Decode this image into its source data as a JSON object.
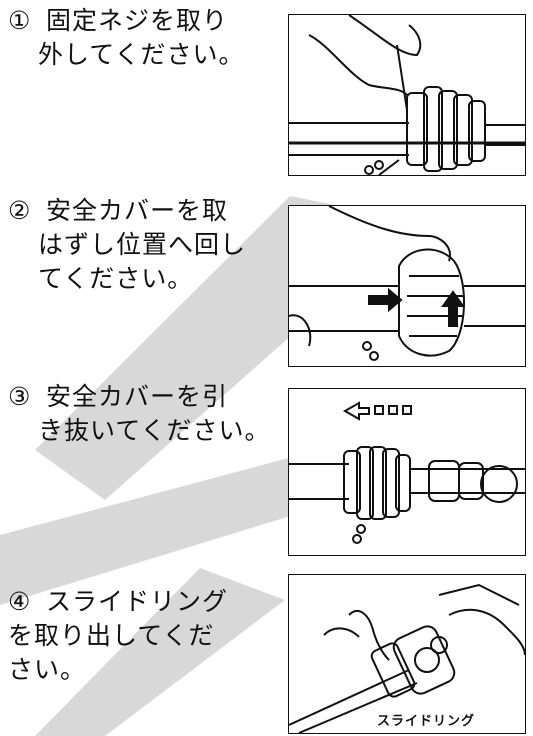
{
  "steps": [
    {
      "number": "①",
      "lines": [
        "固定ネジを取り",
        "外してください。"
      ]
    },
    {
      "number": "②",
      "lines": [
        "安全カバーを取",
        "はずし位置へ回し",
        "てください。"
      ]
    },
    {
      "number": "③",
      "lines": [
        "安全カバーを引",
        "き抜いてください。"
      ]
    },
    {
      "number": "④",
      "lines": [
        "スライドリング",
        "を取り出してくだ",
        "さい。"
      ]
    }
  ],
  "figure4_caption": "スライドリング"
}
